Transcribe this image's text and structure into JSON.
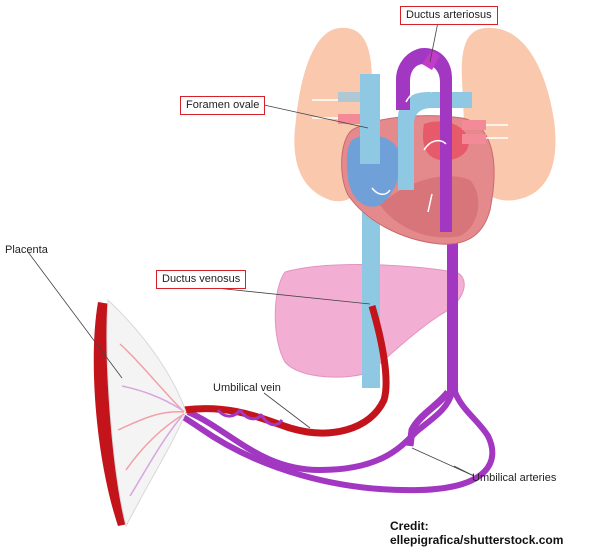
{
  "labels": {
    "ductus_arteriosus": "Ductus arteriosus",
    "foramen_ovale": "Foramen ovale",
    "ductus_venosus": "Ductus venosus",
    "placenta": "Placenta",
    "umbilical_vein": "Umbilical vein",
    "umbilical_arteries": "Umbilical arteries"
  },
  "credit": {
    "line1": "Credit:",
    "line2": "ellepigrafica/shutterstock.com"
  },
  "colors": {
    "lung": "#f9c2a4",
    "heart": "#e4898c",
    "oxygen_poor_vessel": "#a85ad0",
    "oxygen_rich_vessel": "#c3141c",
    "mixed_vessel": "#8fc8e2",
    "liver": "#f2afd3",
    "label_border": "#d6202a"
  }
}
